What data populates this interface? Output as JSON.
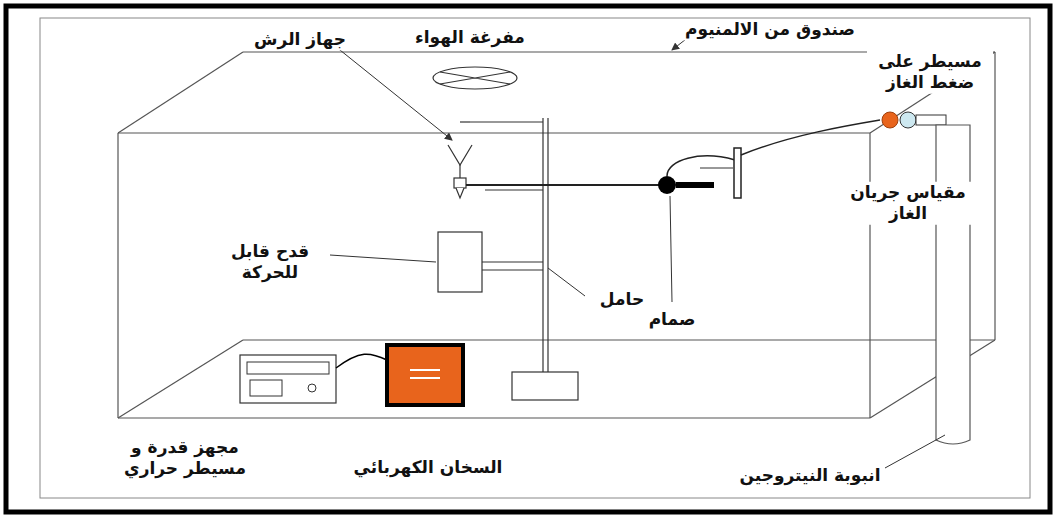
{
  "diagram": {
    "labels": [
      "جهاز الرش",
      "مفرغة الهواء",
      "صندوق من الالمنيوم",
      "مسيطر على ضغط الغاز",
      "قدح قابل للحركة",
      "مقياس جريان الغاز",
      "صمام",
      "حامل",
      "مجهز قدرة و مسيطر حراري",
      "السخان الكهربائي",
      "انبوبة النيتروجين"
    ]
  }
}
